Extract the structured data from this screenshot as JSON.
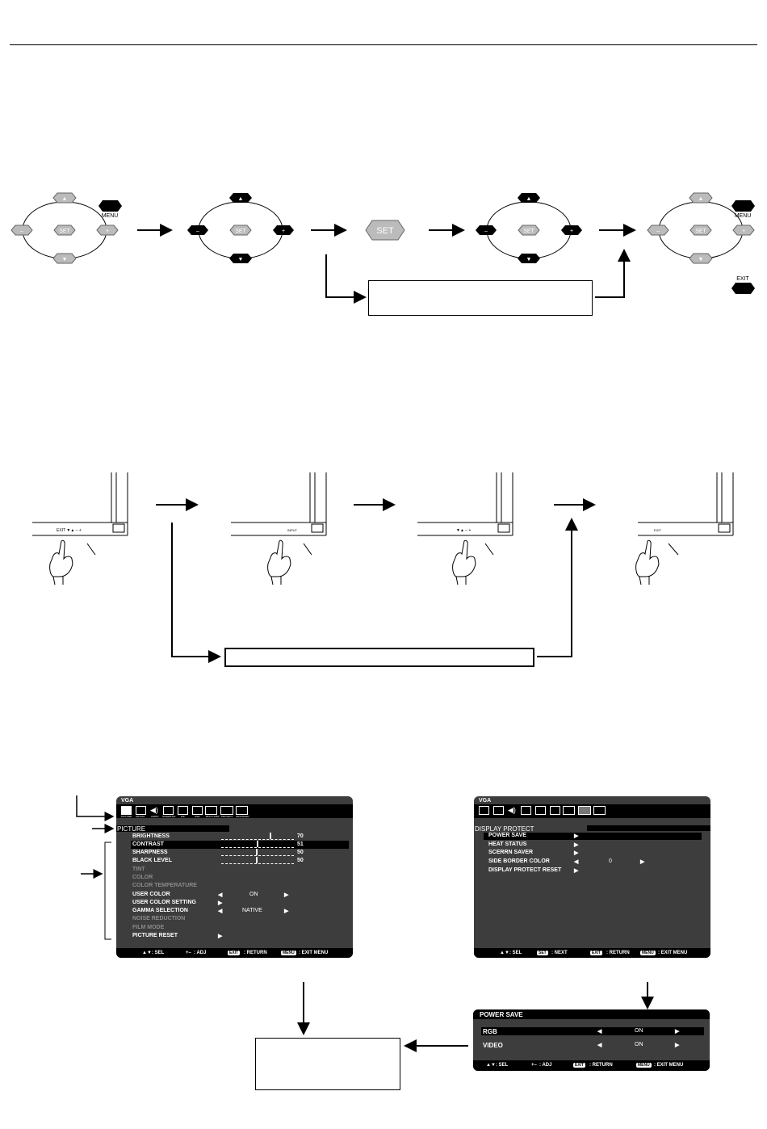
{
  "remote": {
    "menu_label": "MENU",
    "set_label": "SET",
    "exit_label": "EXIT",
    "minus": "–",
    "plus": "+",
    "up": "▲",
    "down": "▼"
  },
  "panel": {
    "step1_label": "EXIT  ▼▲  –  +",
    "step2_label": "INPUT",
    "step3_label": "▼▲  – +",
    "step4_label": "EXIT"
  },
  "picture_osd": {
    "title": "VGA",
    "section": "PICTURE",
    "icon_labels": [
      "PICTURE",
      "ADJUST",
      "AUDIO",
      "SCHEDULE",
      "PIP",
      "OSD",
      "MULTI DISP",
      "PROTECT",
      "ADVANCED"
    ],
    "rows": [
      {
        "label": "BRIGHTNESS",
        "value": "70",
        "dim": false
      },
      {
        "label": "CONTRAST",
        "value": "51",
        "dim": false
      },
      {
        "label": "SHARPNESS",
        "value": "50",
        "dim": false
      },
      {
        "label": "BLACK LEVEL",
        "value": "50",
        "dim": false
      },
      {
        "label": "TINT",
        "dim": true
      },
      {
        "label": "COLOR",
        "dim": true
      },
      {
        "label": "COLOR TEMPERATURE",
        "dim": true
      },
      {
        "label": "USER COLOR",
        "value": "ON",
        "dim": false
      },
      {
        "label": "USER COLOR SETTING",
        "dim": false
      },
      {
        "label": "GAMMA SELECTION",
        "value": "NATIVE",
        "dim": false
      },
      {
        "label": "NOISE REDUCTION",
        "dim": true
      },
      {
        "label": "FILM MODE",
        "dim": true
      },
      {
        "label": "PICTURE RESET",
        "dim": false
      }
    ],
    "footer": {
      "sel": ": SEL",
      "adj": ": ADJ",
      "exit_key": "EXIT",
      "return": ": RETURN",
      "menu_key": "MENU",
      "exit_menu": ": EXIT MENU"
    }
  },
  "protect_osd": {
    "title": "VGA",
    "section": "DISPLAY PROTECT",
    "rows": [
      {
        "label": "POWER SAVE"
      },
      {
        "label": "HEAT STATUS"
      },
      {
        "label": "SCERRN SAVER"
      },
      {
        "label": "SIDE BORDER COLOR",
        "value": "0"
      },
      {
        "label": "DISPLAY PROTECT RESET"
      }
    ],
    "footer": {
      "sel": ": SEL",
      "set_key": "SET",
      "next": ": NEXT",
      "exit_key": "EXIT",
      "return": ": RETURN",
      "menu_key": "MENU",
      "exit_menu": ": EXIT MENU"
    }
  },
  "powersave_osd": {
    "title": "POWER SAVE",
    "rows": [
      {
        "label": "RGB",
        "value": "ON"
      },
      {
        "label": "VIDEO",
        "value": "ON"
      }
    ],
    "footer": {
      "sel": ": SEL",
      "adj": ": ADJ",
      "exit_key": "EXIT",
      "return": ": RETURN",
      "menu_key": "MENU",
      "exit_menu": ": EXIT MENU"
    }
  }
}
